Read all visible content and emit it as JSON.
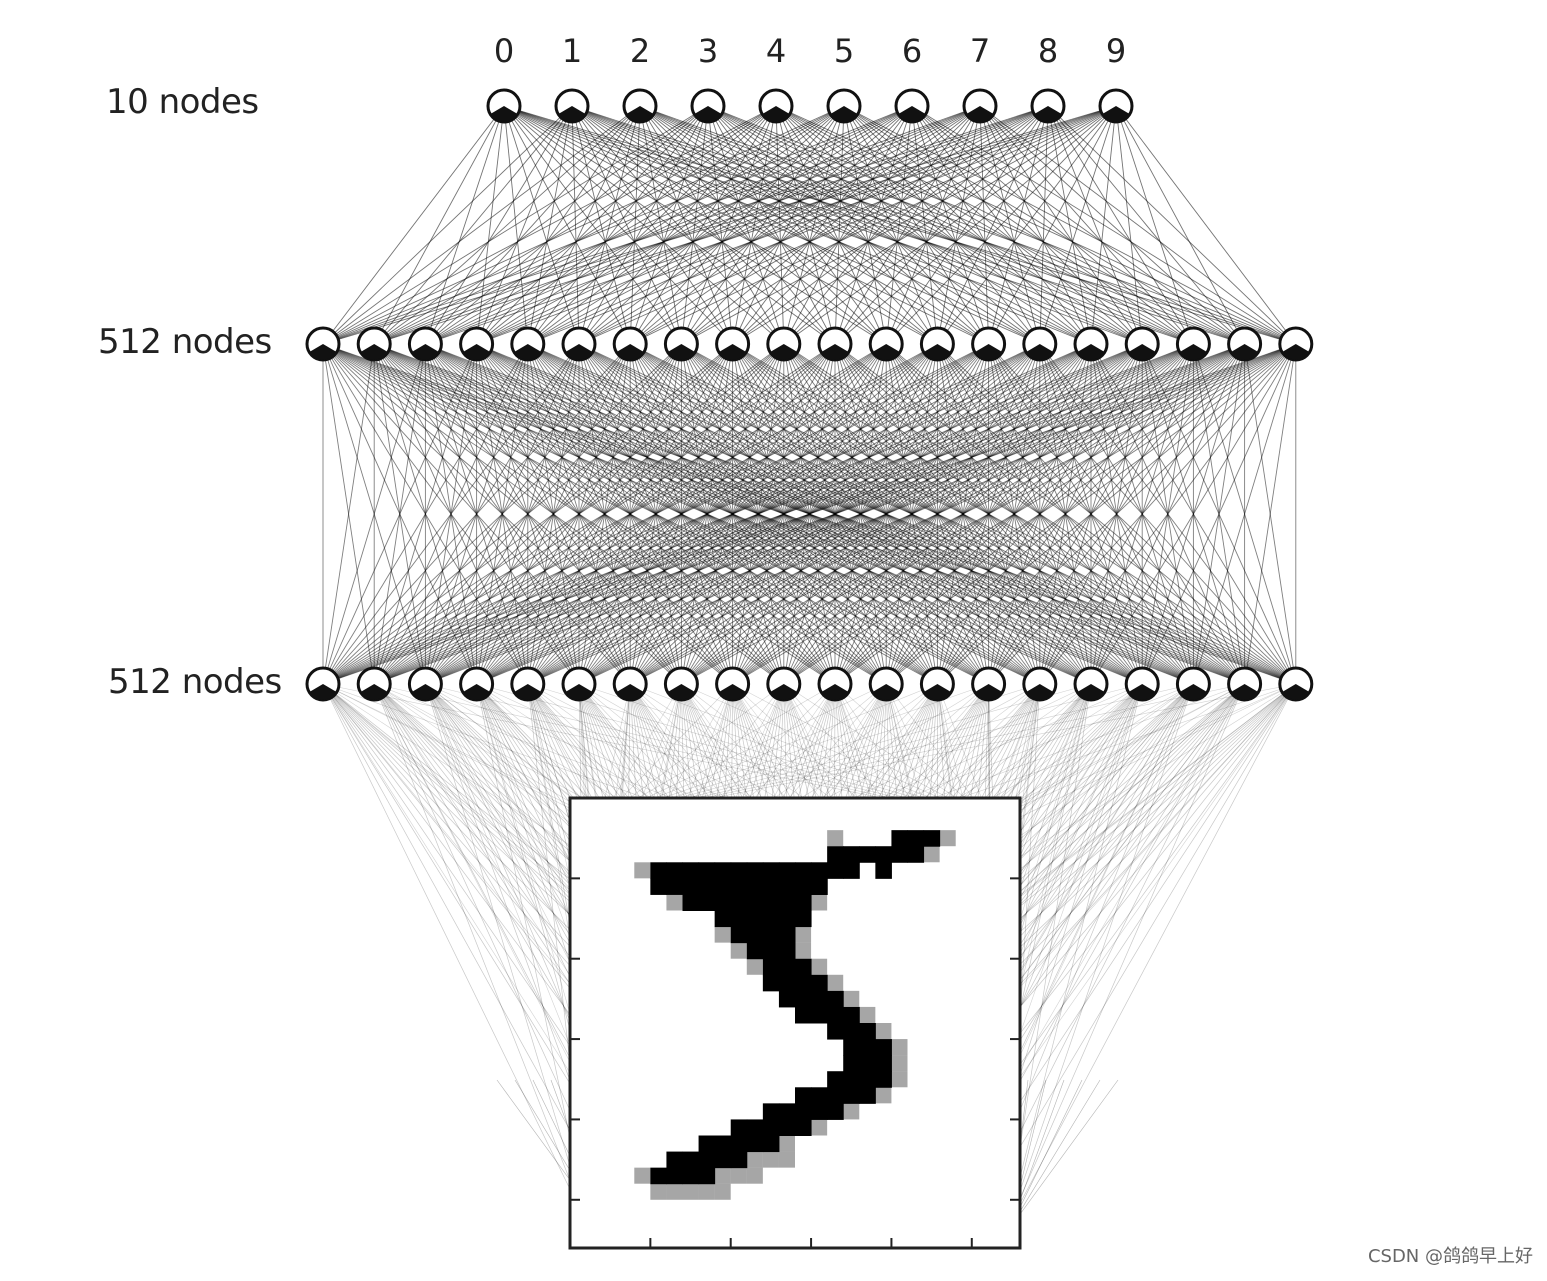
{
  "layers": [
    {
      "id": "output",
      "label": "10 nodes",
      "node_count_shown": 10
    },
    {
      "id": "hidden2",
      "label": "512 nodes",
      "node_count_shown": 20
    },
    {
      "id": "hidden1",
      "label": "512 nodes",
      "node_count_shown": 20
    }
  ],
  "output_digits": [
    "0",
    "1",
    "2",
    "3",
    "4",
    "5",
    "6",
    "7",
    "8",
    "9"
  ],
  "input_image": {
    "description_digit": "5",
    "grid_size": 28,
    "stroke_color": "#000000"
  },
  "colors": {
    "edge": "#000000",
    "node_fill": "#ffffff",
    "node_stroke": "#111111",
    "background": "#ffffff"
  },
  "watermark": "CSDN @鸽鸽早上好"
}
